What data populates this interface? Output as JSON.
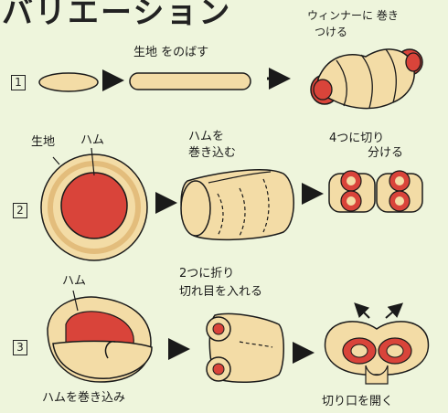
{
  "title": "バリエーション",
  "steps": [
    {
      "number": "1",
      "labels": {
        "stretch": "生地 をのばす",
        "wrap_sausage_line1": "ウィンナーに 巻き",
        "wrap_sausage_line2": "つける"
      }
    },
    {
      "number": "2",
      "labels": {
        "dough": "生地",
        "ham": "ハム",
        "roll_in_line1": "ハムを",
        "roll_in_line2": "巻き込む",
        "cut_line1": "4つに切り",
        "cut_line2": "分ける"
      }
    },
    {
      "number": "3",
      "labels": {
        "ham": "ハム",
        "fold_line1": "2つに折り",
        "fold_line2": "切れ目を入れる",
        "roll_in_ham": "ハムを巻き込み",
        "open_cut": "切り口を開く"
      }
    }
  ],
  "colors": {
    "background": "#eef5dc",
    "dough": "#f3dca6",
    "dough_shadow": "#e3bd7c",
    "ham": "#d9443a",
    "outline": "#1a1a1a"
  }
}
